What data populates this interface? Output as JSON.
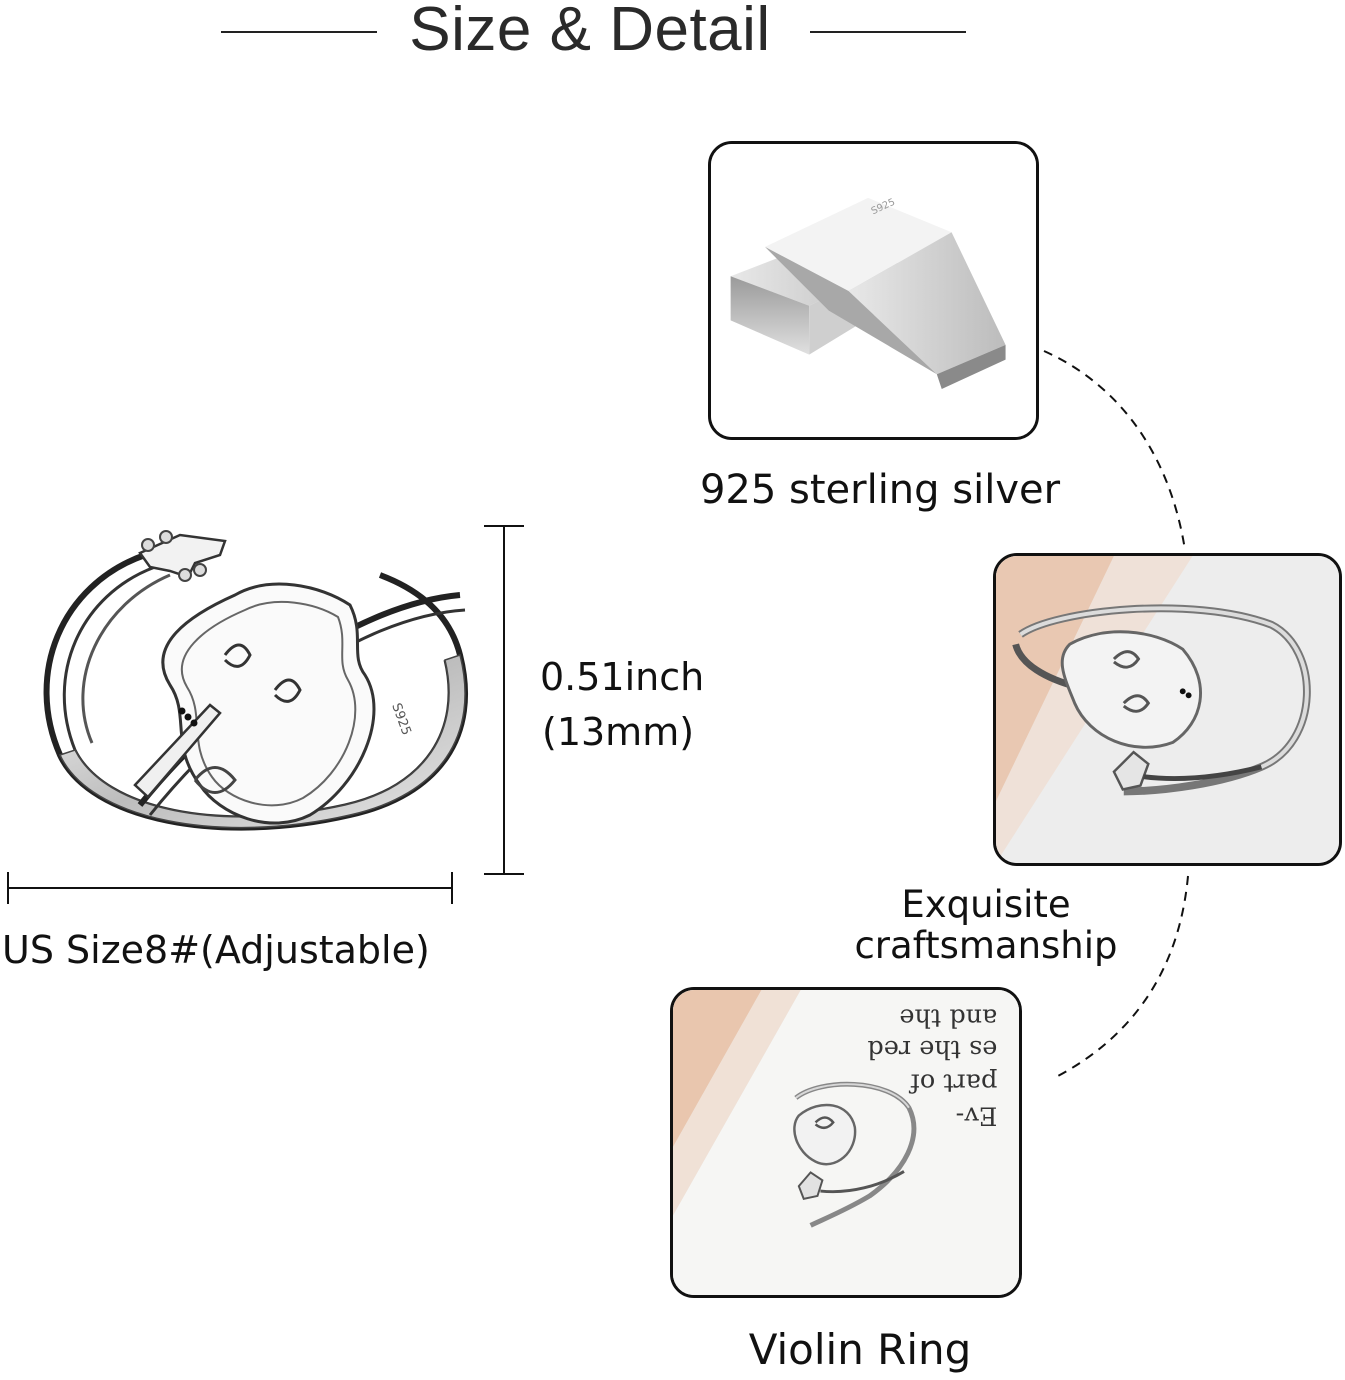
{
  "header": {
    "title": "Size & Detail"
  },
  "dimensions": {
    "height_value": "0.51inch",
    "height_metric": "(13mm)",
    "size_label": "US Size8#(Adjustable)"
  },
  "ring_stamp": "S925",
  "details": [
    {
      "caption": "925 sterling silver"
    },
    {
      "caption_line1": "Exquisite",
      "caption_line2": "craftsmanship"
    },
    {
      "caption": "Violin Ring"
    }
  ],
  "book_text": [
    "and the",
    "es the red",
    "part of",
    "Ev-"
  ],
  "colors": {
    "line": "#111111",
    "silver": "#c8c8c8",
    "pink_bg": "#e9c9b4",
    "paper": "#f2f2f0"
  }
}
